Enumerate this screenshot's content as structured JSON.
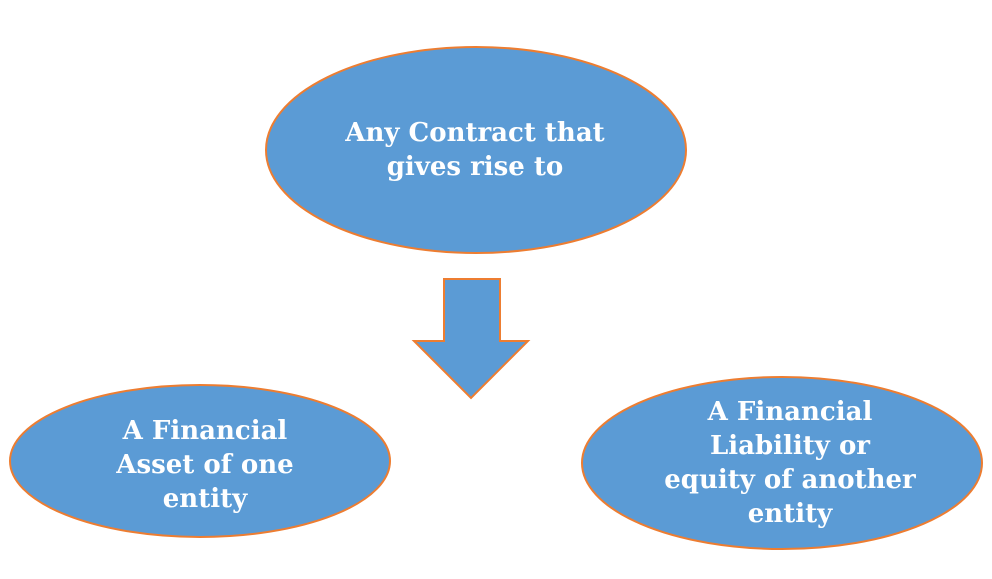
{
  "diagram": {
    "nodes": {
      "top": {
        "label": "Any Contract that\ngives rise to"
      },
      "left": {
        "label": "A Financial\nAsset of one\nentity"
      },
      "right": {
        "label": "A Financial\nLiability or\nequity of another\nentity"
      }
    },
    "colors": {
      "fill": "#5b9bd5",
      "stroke": "#ed7d31",
      "text": "#ffffff"
    },
    "arrow": {
      "direction": "down",
      "icon": "down-arrow-icon"
    }
  }
}
